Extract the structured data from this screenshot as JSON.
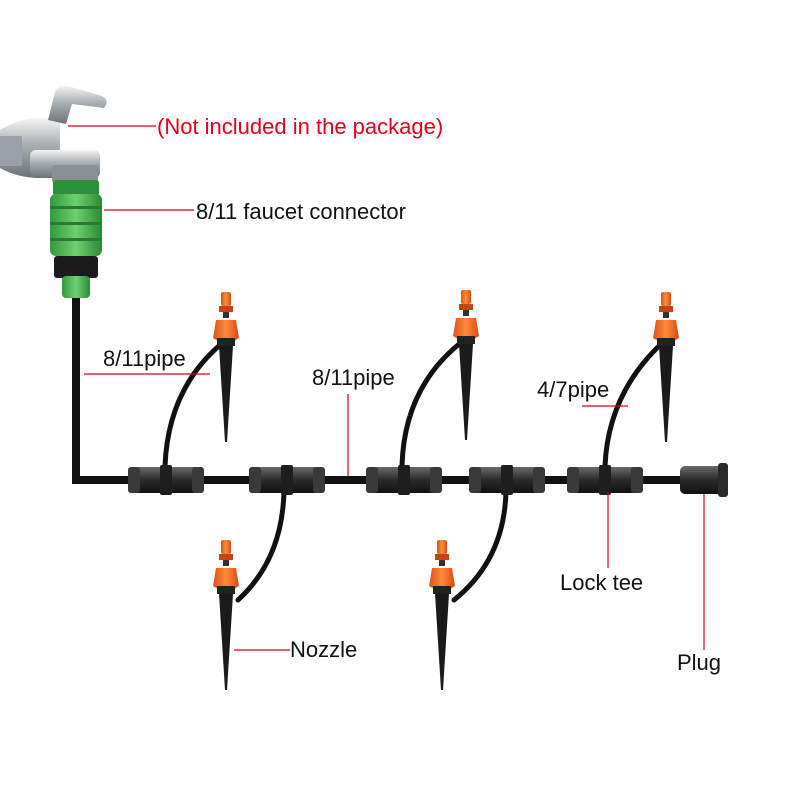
{
  "labels": {
    "not_included": "(Not included in the package)",
    "faucet_connector": "8/11 faucet connector",
    "pipe_main_left": "8/11pipe",
    "pipe_main_mid": "8/11pipe",
    "pipe_branch": "4/7pipe",
    "lock_tee": "Lock tee",
    "nozzle": "Nozzle",
    "plug": "Plug"
  },
  "colors": {
    "note_red": "#e0001a",
    "connector_green": "#3fae4a",
    "nozzle_orange": "#f06a1e",
    "pipe_black": "#111111",
    "faucet_silver": "#b8bcc0"
  }
}
